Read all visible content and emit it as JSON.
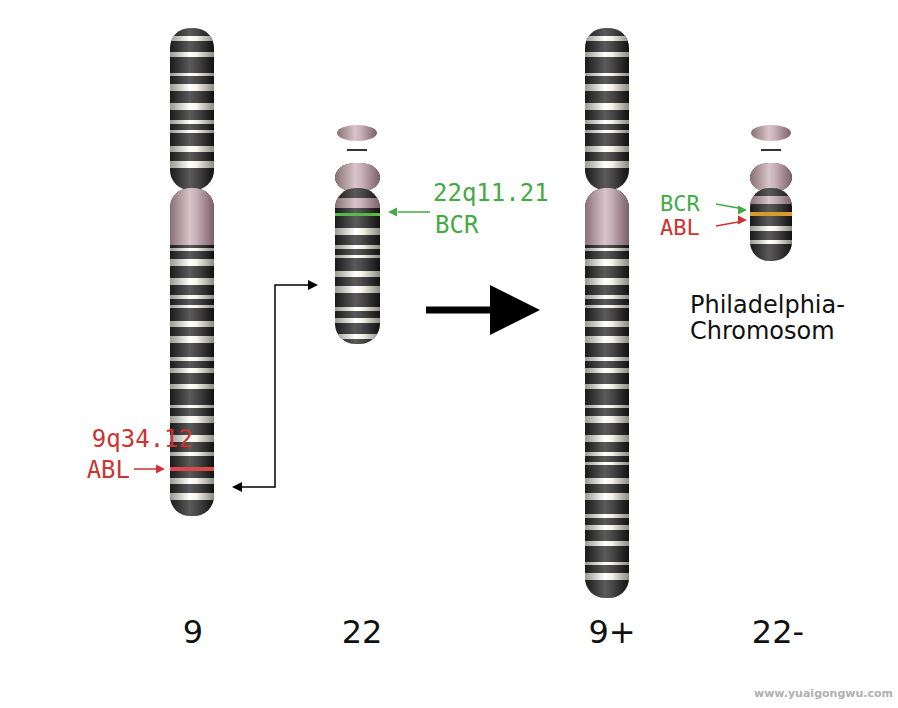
{
  "diagram": {
    "labels": [
      "22q11.21",
      "BCR",
      "9q34.12",
      "ABL",
      "BCR",
      "ABL",
      "Philadelphia- Chromosom",
      "9",
      "22",
      "9+",
      "22-",
      "www.yuaigongwu.com"
    ]
  }
}
